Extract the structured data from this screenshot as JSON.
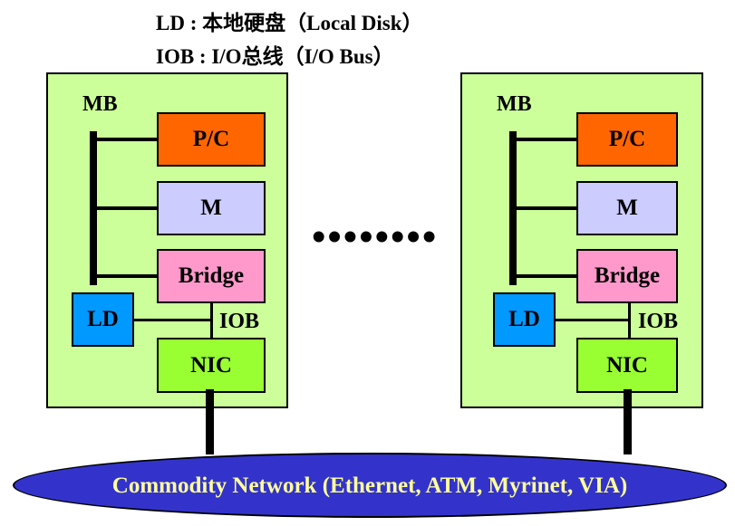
{
  "legend": {
    "line1": "LD : 本地硬盘（Local Disk）",
    "line2": "IOB : I/O总线（I/O Bus）"
  },
  "nodes": [
    {
      "mb": "MB",
      "pc": "P/C",
      "mem": "M",
      "bridge": "Bridge",
      "ld": "LD",
      "iob": "IOB",
      "nic": "NIC"
    },
    {
      "mb": "MB",
      "pc": "P/C",
      "mem": "M",
      "bridge": "Bridge",
      "ld": "LD",
      "iob": "IOB",
      "nic": "NIC"
    }
  ],
  "ellipsis": "••••••••",
  "network": {
    "label": "Commodity Network (Ethernet, ATM, Myrinet, VIA)"
  },
  "colors": {
    "node_bg": "#ccff99",
    "pc": "#ff6600",
    "memory": "#ccccff",
    "bridge": "#ff99cc",
    "local_disk": "#0099ff",
    "nic": "#99ff33",
    "network_bg": "#3333cc",
    "network_text": "#ffff99"
  }
}
